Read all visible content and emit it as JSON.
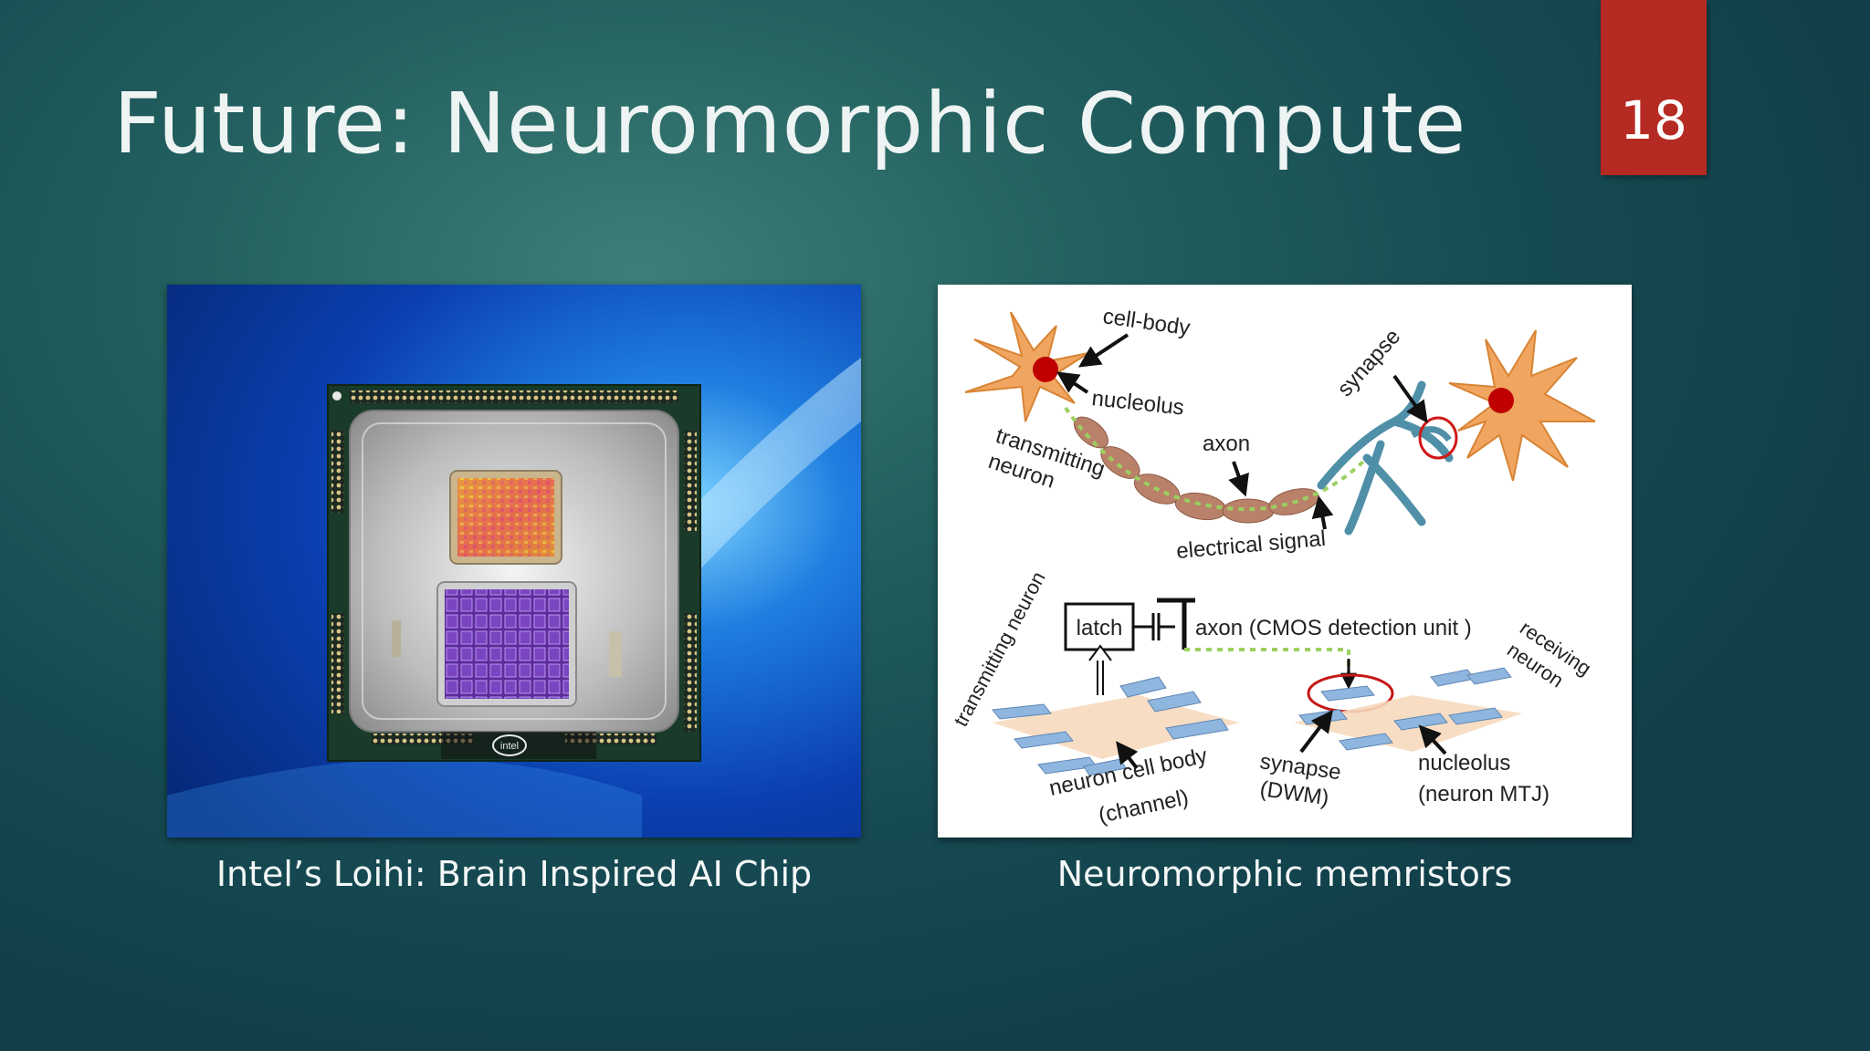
{
  "slide": {
    "title": "Future: Neuromorphic Compute",
    "page_number": "18",
    "colors": {
      "accent": "#b52a22",
      "background": "#1e5a5c",
      "title_text": "#eef4f3"
    }
  },
  "left_figure": {
    "caption": "Intel’s Loihi: Brain Inspired AI Chip",
    "chip_logo_text": "intel"
  },
  "right_figure": {
    "caption": "Neuromorphic memristors",
    "labels": {
      "cell_body": "cell-body",
      "nucleolus": "nucleolus",
      "transmitting_neuron": "transmitting\nneuron",
      "transmitting_neuron_line1": "transmitting",
      "transmitting_neuron_line2": "neuron",
      "axon": "axon",
      "synapse": "synapse",
      "electrical_signal": "electrical signal",
      "transmitting_neuron_rotated": "transmitting neuron",
      "latch": "latch",
      "axon_cmos": "axon (CMOS detection unit )",
      "receiving_neuron_line1": "receiving",
      "receiving_neuron_line2": "neuron",
      "neuron_cell_body_line1": "neuron cell body",
      "neuron_cell_body_line2": "(channel)",
      "synapse_dwm_line1": "synapse",
      "synapse_dwm_line2": "(DWM)",
      "nucleolus_mtj_line1": "nucleolus",
      "nucleolus_mtj_line2": "(neuron MTJ)"
    }
  }
}
